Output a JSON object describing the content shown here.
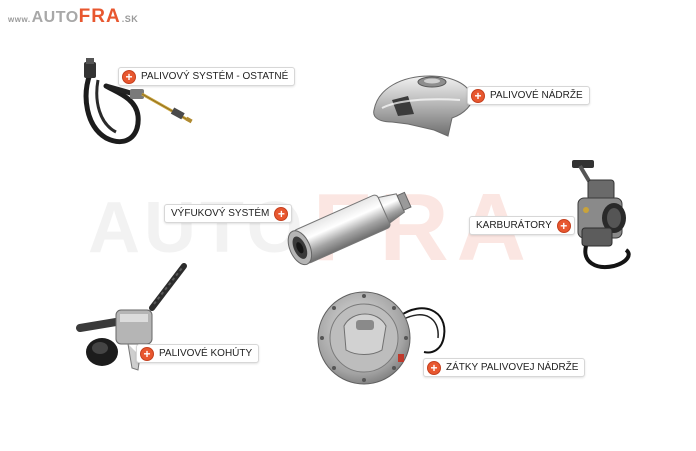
{
  "logo": {
    "www": "www.",
    "auto": "AUTO",
    "fra": "FRA",
    "sk": ".SK"
  },
  "watermark": {
    "auto": "AUTO",
    "fra": "FRA"
  },
  "categories": [
    {
      "label": "PALIVOVÝ SYSTÉM - OSTATNÉ"
    },
    {
      "label": "PALIVOVÉ NÁDRŽE"
    },
    {
      "label": "VÝFUKOVÝ SYSTÉM"
    },
    {
      "label": "KARBURÁTORY"
    },
    {
      "label": "PALIVOVÉ KOHÚTY"
    },
    {
      "label": "ZÁTKY PALIVOVEJ NÁDRŽE"
    }
  ],
  "icons": {
    "plus": "+"
  },
  "colors": {
    "accent": "#e8572f",
    "logo_grey": "#a8a8a8"
  }
}
